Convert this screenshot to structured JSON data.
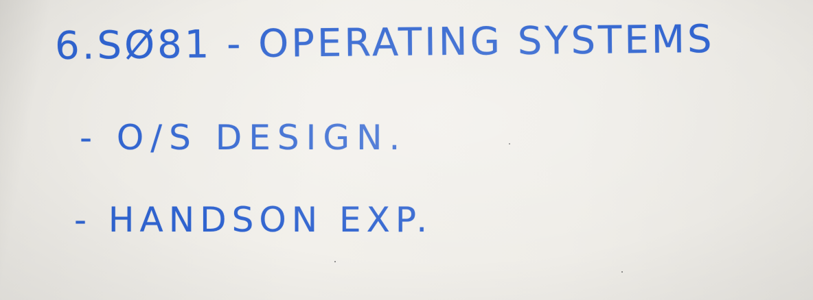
{
  "whiteboard": {
    "lines": [
      "6.SØ81 - OPERATING SYSTEMS",
      "- O/S DESIGN.",
      "- HANDSON EXP."
    ],
    "ink_color": "#2f63cf",
    "board_color": "#efede8"
  }
}
